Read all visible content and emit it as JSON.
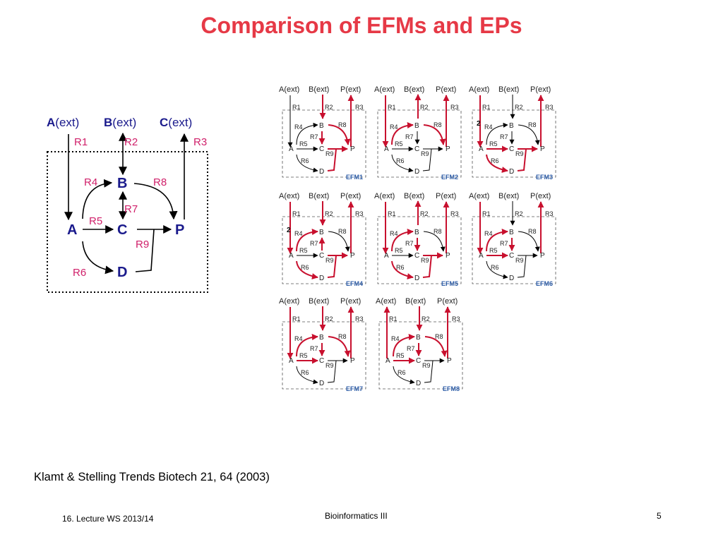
{
  "slide": {
    "title": "Comparison of EFMs and EPs",
    "citation": "Klamt & Stelling Trends Biotech 21, 64 (2003)",
    "footer_left": "16. Lecture WS 2013/14",
    "footer_center": "Bioinformatics III",
    "page_number": "5"
  },
  "colors": {
    "title": "#e63946",
    "node": "#1a1a8c",
    "reaction_label": "#d0206a",
    "active_red": "#c8102e",
    "efm_label": "#2f5ea8"
  },
  "main_network": {
    "external": [
      {
        "bold": "A",
        "rest": "(ext)"
      },
      {
        "bold": "B",
        "rest": "(ext)"
      },
      {
        "bold": "C",
        "rest": "(ext)"
      }
    ],
    "nodes": [
      "A",
      "B",
      "C",
      "D",
      "P"
    ],
    "reactions": [
      "R1",
      "R2",
      "R3",
      "R4",
      "R5",
      "R6",
      "R7",
      "R8",
      "R9"
    ]
  },
  "mini": {
    "external": [
      "A(ext)",
      "B(ext)",
      "P(ext)"
    ],
    "nodes": [
      "A",
      "B",
      "C",
      "D",
      "P"
    ],
    "reactions": [
      "R1",
      "R2",
      "R3",
      "R4",
      "R5",
      "R6",
      "R7",
      "R8",
      "R9"
    ],
    "efms": [
      {
        "label": "EFM1",
        "active": [
          "R2",
          "R3",
          "R7",
          "R8",
          "R9"
        ],
        "reverse": [],
        "number": ""
      },
      {
        "label": "EFM2",
        "active": [
          "R1",
          "R2",
          "R3",
          "R4",
          "R8"
        ],
        "reverse": [
          "R2"
        ],
        "number": ""
      },
      {
        "label": "EFM3",
        "active": [
          "R1",
          "R3",
          "R5",
          "R6",
          "R9"
        ],
        "reverse": [],
        "number": "2"
      },
      {
        "label": "EFM4",
        "active": [
          "R1",
          "R2",
          "R3",
          "R4",
          "R6",
          "R7",
          "R9"
        ],
        "reverse": [
          "R7"
        ],
        "number": "2"
      },
      {
        "label": "EFM5",
        "active": [
          "R1",
          "R2",
          "R3",
          "R4",
          "R6",
          "R7",
          "R9"
        ],
        "reverse": [
          "R2"
        ],
        "number": ""
      },
      {
        "label": "EFM6",
        "active": [
          "R1",
          "R3",
          "R4",
          "R5",
          "R7"
        ],
        "reverse": [],
        "number": ""
      },
      {
        "label": "EFM7",
        "active": [
          "R1",
          "R2",
          "R3",
          "R4",
          "R5",
          "R7",
          "R8"
        ],
        "reverse": [],
        "number": ""
      },
      {
        "label": "EFM8",
        "active": [
          "R1",
          "R2",
          "R3",
          "R4",
          "R5",
          "R7",
          "R8"
        ],
        "reverse": [
          "R1"
        ],
        "number": ""
      }
    ]
  }
}
